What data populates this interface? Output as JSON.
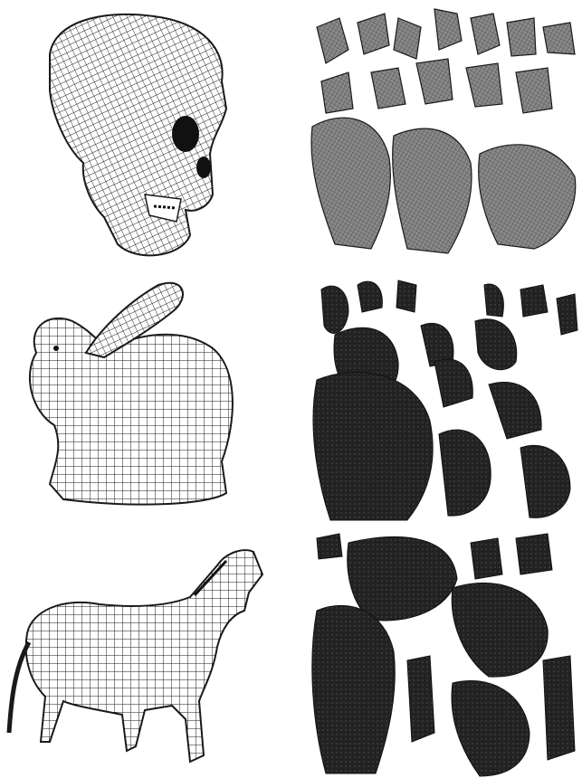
{
  "figure": {
    "rows": [
      {
        "model": "skull",
        "parameterization": "quad-mesh"
      },
      {
        "model": "bunny",
        "parameterization": "quad-mesh"
      },
      {
        "model": "horse",
        "parameterization": "quad-mesh"
      }
    ]
  },
  "colors": {
    "ink": "#1a1a1a",
    "light_fill": "#8a8a8a",
    "dark_fill": "#222222",
    "background": "#ffffff"
  }
}
